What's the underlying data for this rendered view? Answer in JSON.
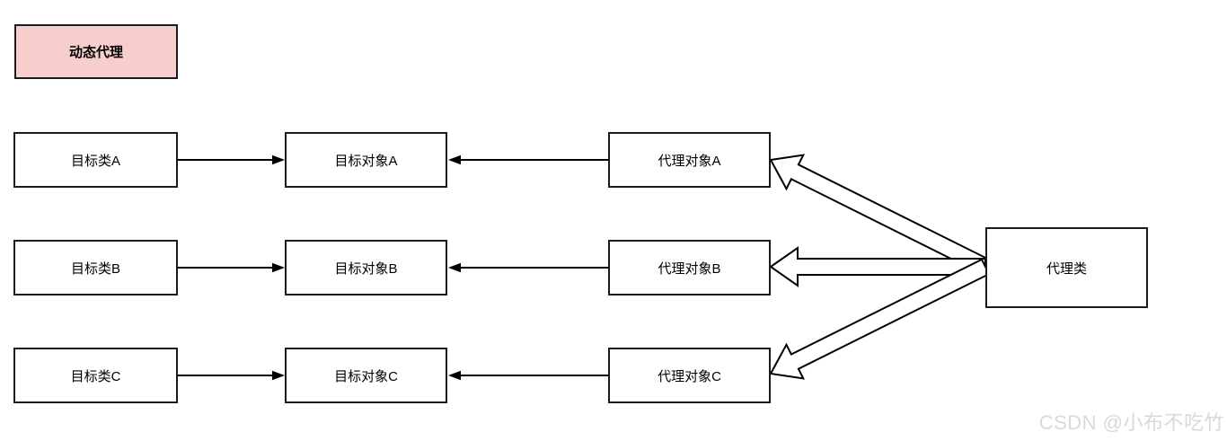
{
  "diagram": {
    "title": "动态代理",
    "proxy_class": "代理类",
    "watermark": "CSDN @小布不吃竹",
    "rows": [
      {
        "target_class": "目标类A",
        "target_object": "目标对象A",
        "proxy_object": "代理对象A"
      },
      {
        "target_class": "目标类B",
        "target_object": "目标对象B",
        "proxy_object": "代理对象B"
      },
      {
        "target_class": "目标类C",
        "target_object": "目标对象C",
        "proxy_object": "代理对象C"
      }
    ],
    "edges": [
      {
        "from": "目标类A",
        "to": "目标对象A",
        "style": "thin-arrow"
      },
      {
        "from": "代理对象A",
        "to": "目标对象A",
        "style": "thin-arrow"
      },
      {
        "from": "目标类B",
        "to": "目标对象B",
        "style": "thin-arrow"
      },
      {
        "from": "代理对象B",
        "to": "目标对象B",
        "style": "thin-arrow"
      },
      {
        "from": "目标类C",
        "to": "目标对象C",
        "style": "thin-arrow"
      },
      {
        "from": "代理对象C",
        "to": "目标对象C",
        "style": "thin-arrow"
      },
      {
        "from": "代理类",
        "to": "代理对象A",
        "style": "hollow-block-arrow"
      },
      {
        "from": "代理类",
        "to": "代理对象B",
        "style": "hollow-block-arrow"
      },
      {
        "from": "代理类",
        "to": "代理对象C",
        "style": "hollow-block-arrow"
      }
    ],
    "colors": {
      "title_fill": "#f8cecc",
      "node_fill": "#ffffff",
      "border": "#1a1a1a",
      "arrow": "#000000",
      "watermark": "#d9d9d9"
    }
  }
}
